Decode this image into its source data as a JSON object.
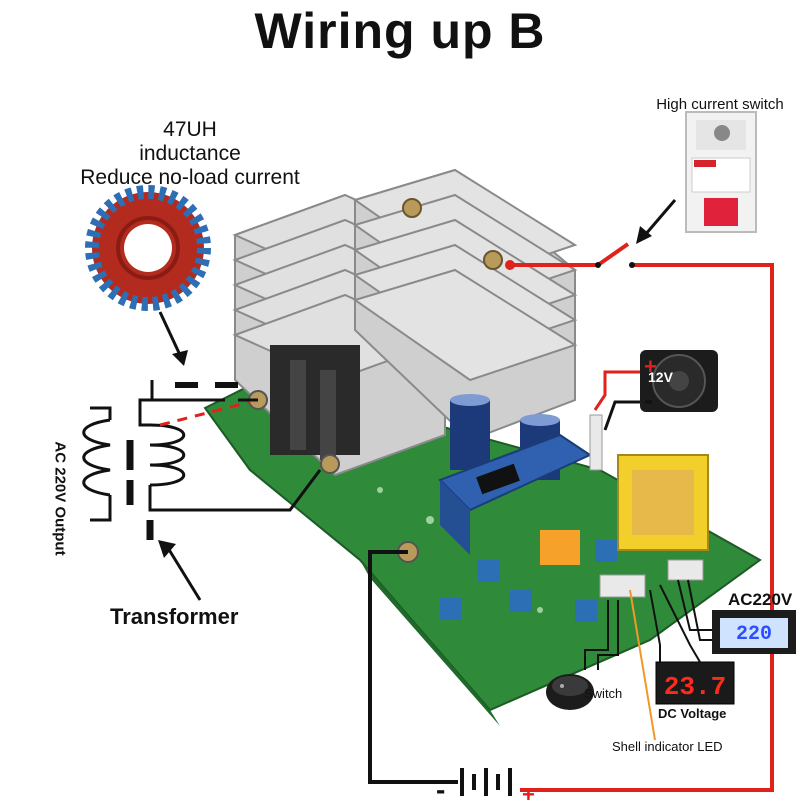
{
  "title": "Wiring up B",
  "labels": {
    "toroid_line1": "47UH",
    "toroid_line2": "inductance",
    "toroid_line3": "Reduce no-load current",
    "high_current_switch": "High current switch",
    "transformer": "Transformer",
    "ac_output": "AC 220V Output",
    "ac220": "AC220V",
    "switch": "Switch",
    "dc_voltage": "DC Voltage",
    "shell_led": "Shell indicator LED",
    "fan": "12V"
  },
  "readouts": {
    "ac_meter": "220",
    "dc_meter": "23.7"
  },
  "signs": {
    "plus": "+",
    "minus": "-"
  },
  "colors": {
    "wire_red": "#e0221c",
    "wire_black": "#111111",
    "pcb_green": "#2f8a3a",
    "heatsink": "#c9c9c9",
    "transformer_yellow": "#f2cf2a",
    "toroid_red": "#b32a1f",
    "toroid_blue": "#2c6fb5",
    "driver_board_blue": "#2f61b0",
    "ac_meter_screen": "#cfe3ff",
    "dc_meter_bg": "#1a1a1a"
  }
}
